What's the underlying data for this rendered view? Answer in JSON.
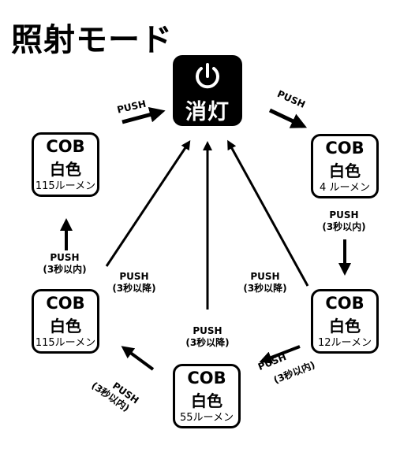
{
  "title": "照射モード",
  "off": {
    "label": "消灯",
    "icon": "power-icon"
  },
  "modes": {
    "top_left": {
      "type": "COB",
      "color": "白色",
      "lumen": "115ルーメン"
    },
    "top_right": {
      "type": "COB",
      "color": "白色",
      "lumen": "4 ルーメン"
    },
    "mid_left": {
      "type": "COB",
      "color": "白色",
      "lumen": "115ルーメン"
    },
    "mid_right": {
      "type": "COB",
      "color": "白色",
      "lumen": "12ルーメン"
    },
    "bottom": {
      "type": "COB",
      "color": "白色",
      "lumen": "55ルーメン"
    }
  },
  "labels": {
    "push": "PUSH",
    "within3": "(3秒以内)",
    "over3": "(3秒以降)"
  }
}
